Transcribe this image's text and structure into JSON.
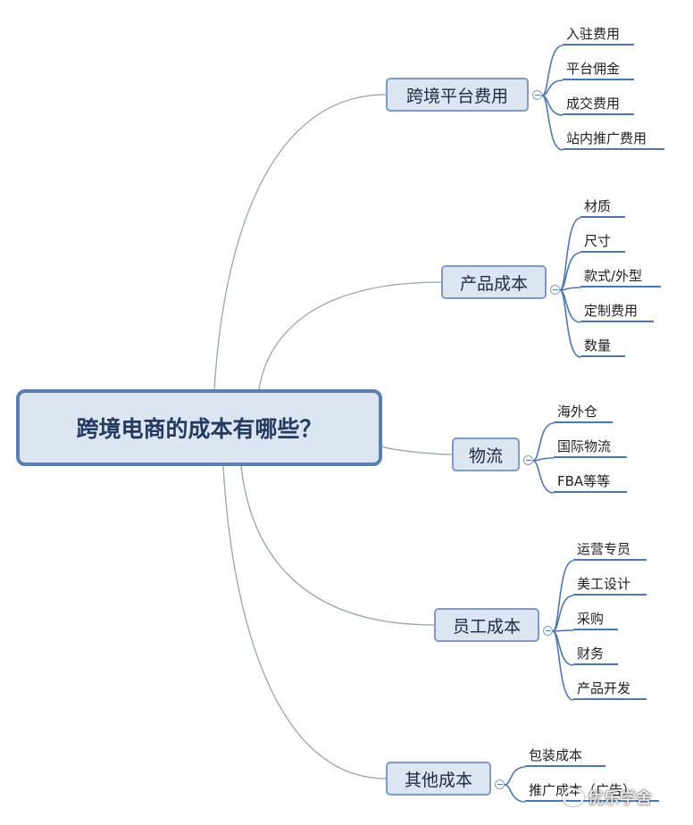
{
  "root": {
    "label": "跨境电商的成本有哪些？"
  },
  "branches": [
    {
      "id": "platform",
      "label": "跨境平台费用",
      "leaves": [
        "入驻费用",
        "平台佣金",
        "成交费用",
        "站内推广费用"
      ]
    },
    {
      "id": "product",
      "label": "产品成本",
      "leaves": [
        "材质",
        "尺寸",
        "款式/外型",
        "定制费用",
        "数量"
      ]
    },
    {
      "id": "logistics",
      "label": "物流",
      "leaves": [
        "海外仓",
        "国际物流",
        "FBA等等"
      ]
    },
    {
      "id": "staff",
      "label": "员工成本",
      "leaves": [
        "运营专员",
        "美工设计",
        "采购",
        "财务",
        "产品开发"
      ]
    },
    {
      "id": "other",
      "label": "其他成本",
      "leaves": [
        "包装成本",
        "推广成本（广告）"
      ]
    }
  ],
  "watermark": {
    "text": "优乐学舍"
  },
  "colors": {
    "node_fill": "#dce6f2",
    "node_border": "#7f9bc2",
    "root_border": "#5b7fae",
    "leaf_underline": "#4e78ad",
    "link": "#9aa3b0"
  }
}
